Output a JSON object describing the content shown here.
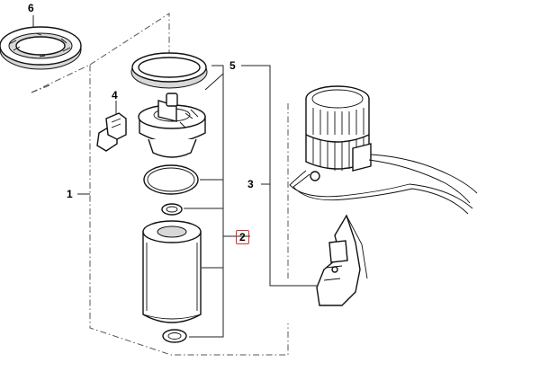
{
  "callouts": [
    {
      "id": "c6",
      "label": "6",
      "highlighted": false
    },
    {
      "id": "c5",
      "label": "5",
      "highlighted": false
    },
    {
      "id": "c4",
      "label": "4",
      "highlighted": false
    },
    {
      "id": "c3",
      "label": "3",
      "highlighted": false
    },
    {
      "id": "c1",
      "label": "1",
      "highlighted": false
    },
    {
      "id": "c2",
      "label": "2",
      "highlighted": true
    }
  ],
  "highlight_color": "#d9302c"
}
